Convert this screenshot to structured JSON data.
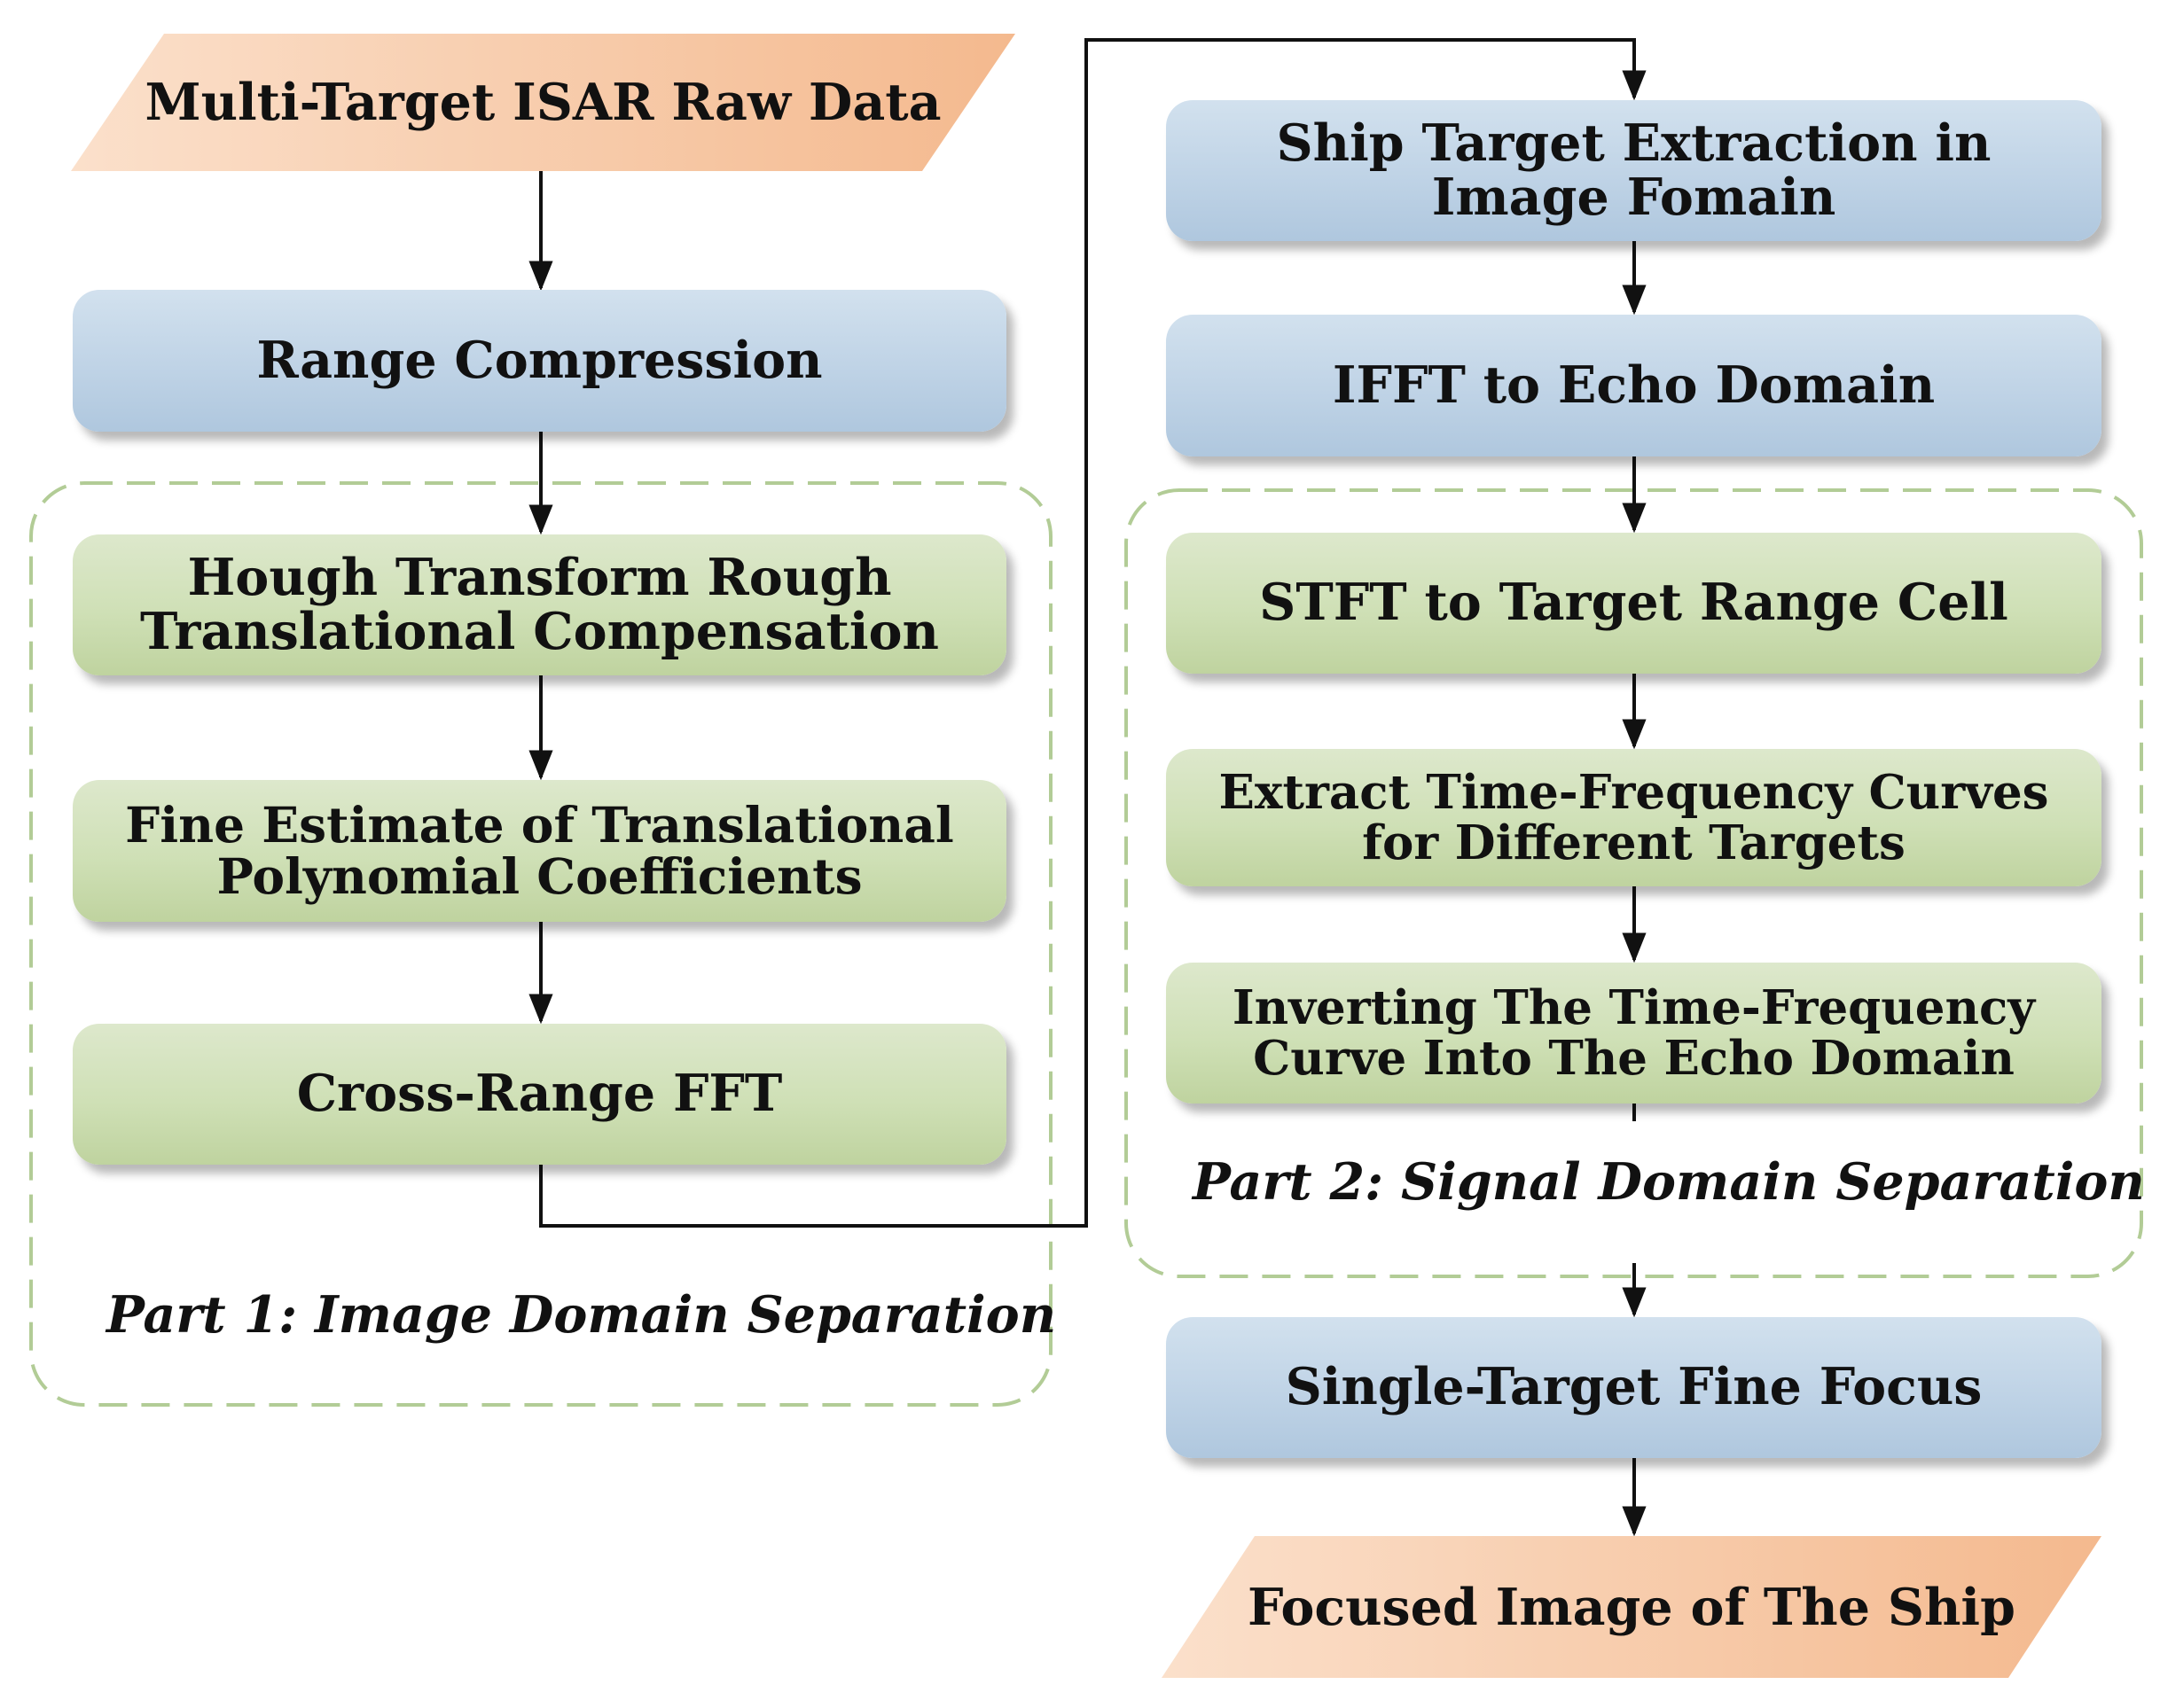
{
  "input_node": "Multi-Target ISAR Raw Data",
  "output_node": "Focused Image of The Ship",
  "part1": {
    "label": "Part 1: Image Domain Separation",
    "steps": {
      "range_compression": "Range Compression",
      "hough": [
        "Hough Transform Rough",
        "Translational Compensation"
      ],
      "fine_estimate": [
        "Fine Estimate of Translational",
        "Polynomial Coefficients"
      ],
      "cross_range_fft": "Cross-Range FFT"
    }
  },
  "part2": {
    "label": "Part 2: Signal Domain Separation",
    "steps": {
      "ship_extraction": [
        "Ship Target Extraction in",
        "Image Fomain"
      ],
      "ifft": "IFFT to Echo Domain",
      "stft": "STFT to Target Range Cell",
      "extract_tf": [
        "Extract Time-Frequency Curves",
        "for Different Targets"
      ],
      "inverting_tf": [
        "Inverting The Time-Frequency",
        "Curve Into The Echo Domain"
      ],
      "single_target_focus": "Single-Target Fine Focus"
    }
  },
  "colors": {
    "io_fill": "#f8c9a6",
    "process_fill": "#c3d6e8",
    "group_fill": "#d3e3bc",
    "group_border": "#a8c48a",
    "arrow": "#111111"
  }
}
